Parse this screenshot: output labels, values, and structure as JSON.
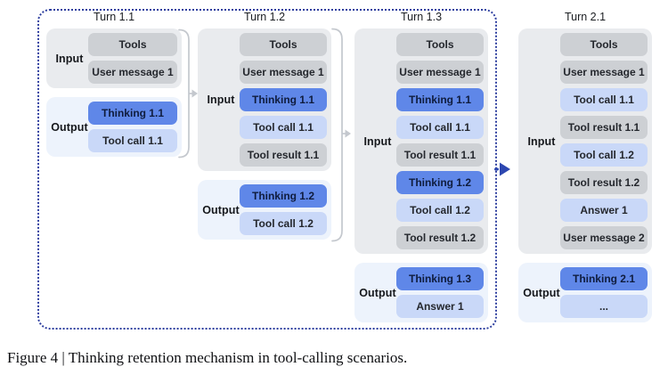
{
  "figure": {
    "caption": "Figure 4 | Thinking retention mechanism in tool-calling scenarios."
  },
  "palette": {
    "frame_dash": "#2e3f9f",
    "transition_arrow": "#2d47b0",
    "input_section_bg": "#e9ebee",
    "output_section_bg": "#edf3fc",
    "context_box_bg": "#cdd0d4",
    "thinking_box_bg": "#5f87e8",
    "action_box_bg": "#c9d8f8",
    "bracket_stroke": "#c4c8ce"
  },
  "diagram": {
    "columns": [
      {
        "title": "Turn 1.1",
        "input_label": "Input",
        "output_label": "Output",
        "input_boxes": [
          {
            "label": "Tools",
            "kind": "context"
          },
          {
            "label": "User message 1",
            "kind": "context"
          }
        ],
        "output_boxes": [
          {
            "label": "Thinking 1.1",
            "kind": "thinking"
          },
          {
            "label": "Tool call 1.1",
            "kind": "action"
          }
        ]
      },
      {
        "title": "Turn 1.2",
        "input_label": "Input",
        "output_label": "Output",
        "input_boxes": [
          {
            "label": "Tools",
            "kind": "context"
          },
          {
            "label": "User message 1",
            "kind": "context"
          },
          {
            "label": "Thinking 1.1",
            "kind": "thinking"
          },
          {
            "label": "Tool call 1.1",
            "kind": "action"
          },
          {
            "label": "Tool result 1.1",
            "kind": "context"
          }
        ],
        "output_boxes": [
          {
            "label": "Thinking 1.2",
            "kind": "thinking"
          },
          {
            "label": "Tool call 1.2",
            "kind": "action"
          }
        ]
      },
      {
        "title": "Turn 1.3",
        "input_label": "Input",
        "output_label": "Output",
        "input_boxes": [
          {
            "label": "Tools",
            "kind": "context"
          },
          {
            "label": "User message 1",
            "kind": "context"
          },
          {
            "label": "Thinking 1.1",
            "kind": "thinking"
          },
          {
            "label": "Tool call 1.1",
            "kind": "action"
          },
          {
            "label": "Tool result 1.1",
            "kind": "context"
          },
          {
            "label": "Thinking 1.2",
            "kind": "thinking"
          },
          {
            "label": "Tool call 1.2",
            "kind": "action"
          },
          {
            "label": "Tool result 1.2",
            "kind": "context"
          }
        ],
        "output_boxes": [
          {
            "label": "Thinking 1.3",
            "kind": "thinking"
          },
          {
            "label": "Answer 1",
            "kind": "action"
          }
        ]
      },
      {
        "title": "Turn 2.1",
        "input_label": "Input",
        "output_label": "Output",
        "input_boxes": [
          {
            "label": "Tools",
            "kind": "context"
          },
          {
            "label": "User message 1",
            "kind": "context"
          },
          {
            "label": "Tool call 1.1",
            "kind": "action"
          },
          {
            "label": "Tool result 1.1",
            "kind": "context"
          },
          {
            "label": "Tool call 1.2",
            "kind": "action"
          },
          {
            "label": "Tool result 1.2",
            "kind": "context"
          },
          {
            "label": "Answer 1",
            "kind": "action"
          },
          {
            "label": "User message 2",
            "kind": "context"
          }
        ],
        "output_boxes": [
          {
            "label": "Thinking 2.1",
            "kind": "thinking"
          },
          {
            "label": "...",
            "kind": "action"
          }
        ]
      }
    ]
  }
}
